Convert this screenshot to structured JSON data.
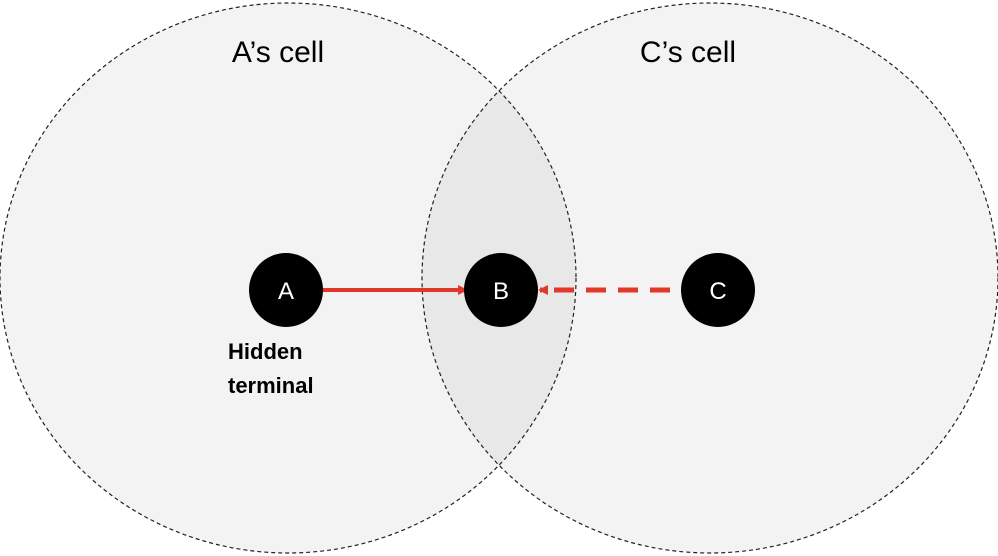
{
  "cells": [
    {
      "id": "a",
      "label": "A’s cell"
    },
    {
      "id": "c",
      "label": "C’s cell"
    }
  ],
  "nodes": [
    {
      "id": "a",
      "label": "A"
    },
    {
      "id": "b",
      "label": "B"
    },
    {
      "id": "c",
      "label": "C"
    }
  ],
  "annotation": {
    "line1": "Hidden",
    "line2": "terminal"
  },
  "colors": {
    "cell_fill": "#f3f3f3",
    "overlap_fill": "#e8e8e8",
    "node_fill": "#000000",
    "arrow": "#e0392b"
  }
}
